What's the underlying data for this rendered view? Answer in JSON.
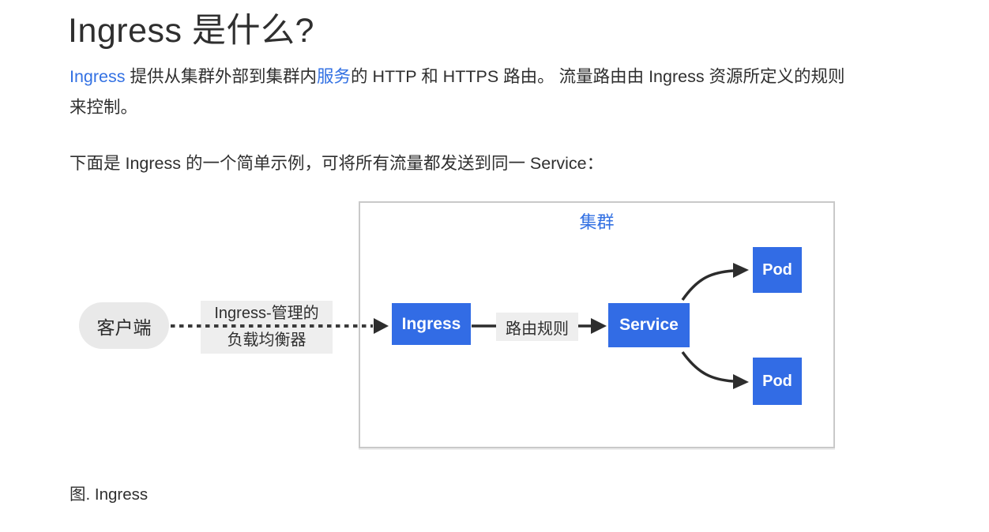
{
  "page": {
    "title": "Ingress 是什么?",
    "intro": {
      "link1": "Ingress",
      "text1": " 提供从集群外部到集群内",
      "link2": "服务",
      "text2": "的 HTTP 和 HTTPS 路由。 流量路由由 Ingress 资源所定义的规则来控制。"
    },
    "example_lead": "下面是 Ingress 的一个简单示例，可将所有流量都发送到同一 Service：",
    "caption": "图. Ingress"
  },
  "diagram": {
    "cluster_label": "集群",
    "client_label": "客户端",
    "lb_label_line1": "Ingress-管理的",
    "lb_label_line2": "负载均衡器",
    "ingress_label": "Ingress",
    "route_rule_label": "路由规则",
    "service_label": "Service",
    "pod_top_label": "Pod",
    "pod_bottom_label": "Pod"
  },
  "colors": {
    "box_blue": "#326ce5",
    "link_blue": "#3371e3",
    "label_bg": "#eeeeee",
    "pill_bg": "#e9e9e9",
    "cluster_border": "#c9c9c9",
    "arrow_dark": "#2e2e2e",
    "text_dark": "#2f2f2f"
  }
}
